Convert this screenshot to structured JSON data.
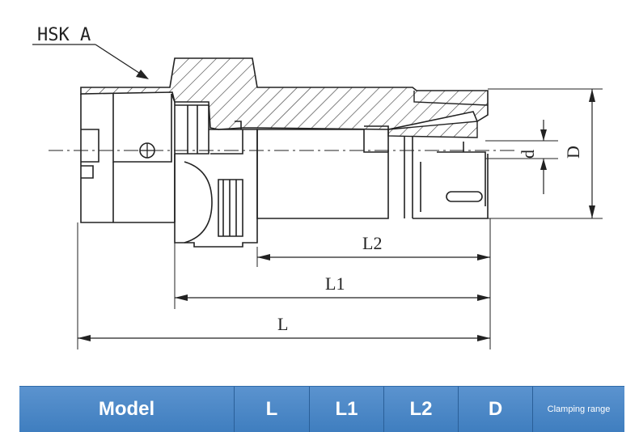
{
  "drawing": {
    "callout_label": "HSK A",
    "dimensions": {
      "L": "L",
      "L1": "L1",
      "L2": "L2",
      "D": "D",
      "d": "d"
    }
  },
  "table": {
    "headers": [
      "Model",
      "L",
      "L1",
      "L2",
      "D",
      "Clamping range"
    ],
    "header_color": "#4a88c9"
  }
}
